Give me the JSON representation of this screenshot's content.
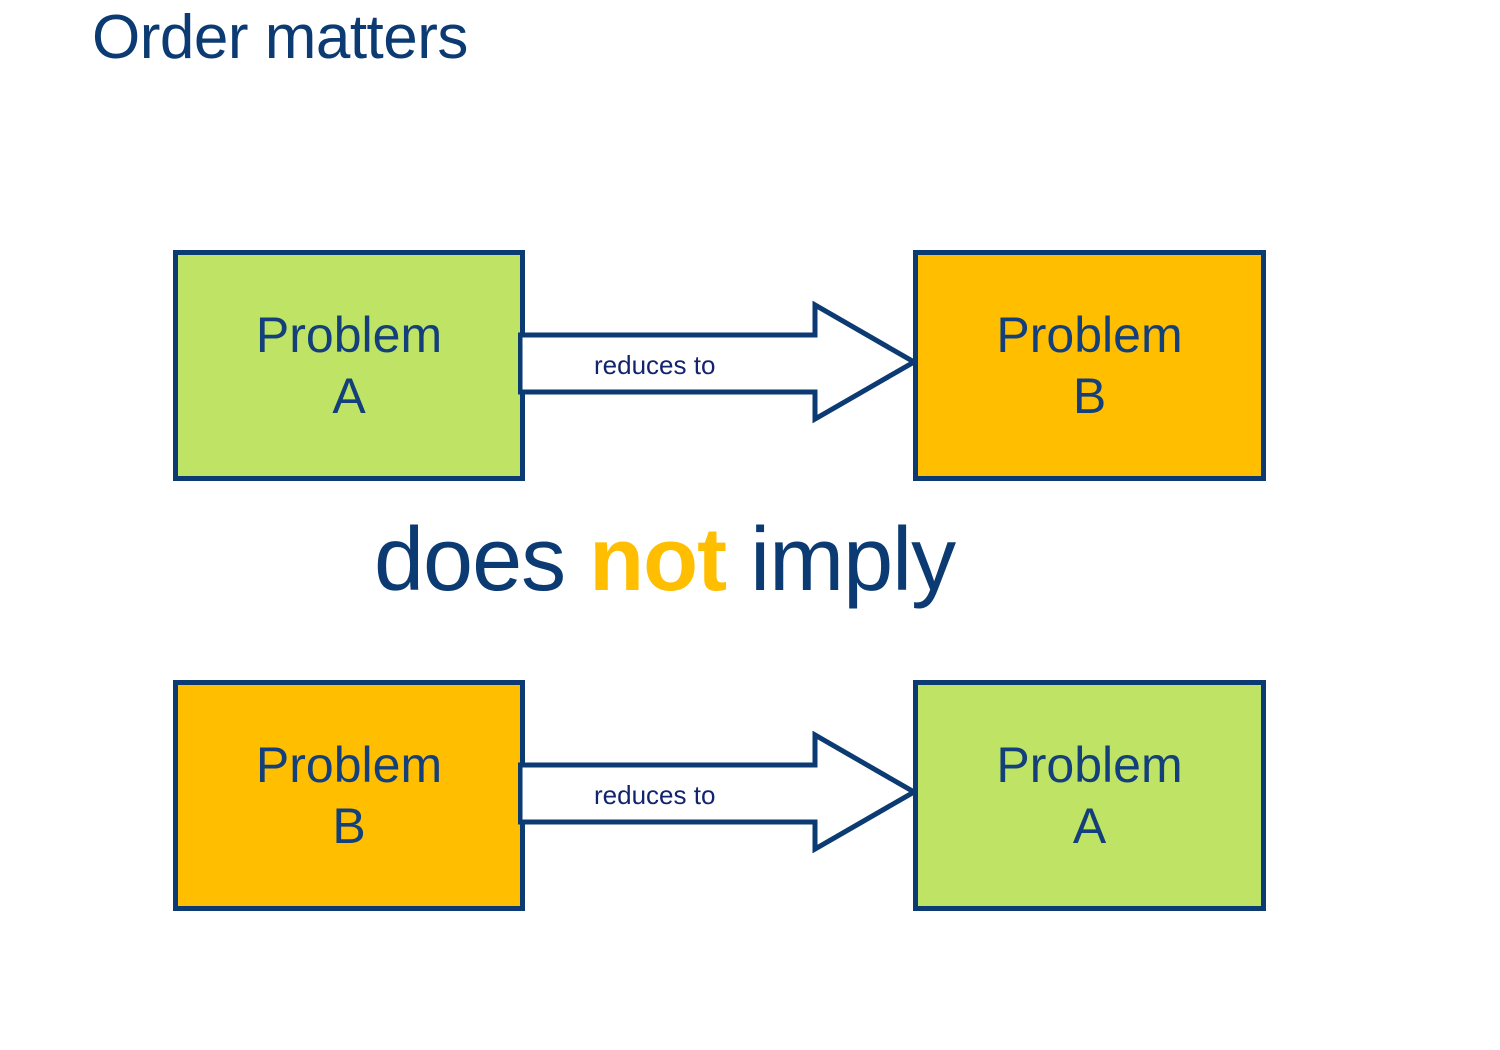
{
  "slide": {
    "title": "Order matters",
    "background_color": "#ffffff"
  },
  "palette": {
    "navy": "#0b3b72",
    "navy_text": "#13407a",
    "label_navy": "#13246e",
    "green": "#bfe364",
    "amber": "#ffbf00"
  },
  "diagram": {
    "top_row": {
      "source_box": {
        "line1": "Problem",
        "line2": "A",
        "fill": "#bfe364"
      },
      "arrow": {
        "label": "reduces to",
        "direction": "right",
        "icon": "block-arrow-right-icon"
      },
      "target_box": {
        "line1": "Problem",
        "line2": "B",
        "fill": "#ffbf00"
      }
    },
    "connector_phrase": {
      "before": "does ",
      "emphasis": "not",
      "after": " imply"
    },
    "bottom_row": {
      "source_box": {
        "line1": "Problem",
        "line2": "B",
        "fill": "#ffbf00"
      },
      "arrow": {
        "label": "reduces to",
        "direction": "right",
        "icon": "block-arrow-right-icon"
      },
      "target_box": {
        "line1": "Problem",
        "line2": "A",
        "fill": "#bfe364"
      }
    }
  }
}
